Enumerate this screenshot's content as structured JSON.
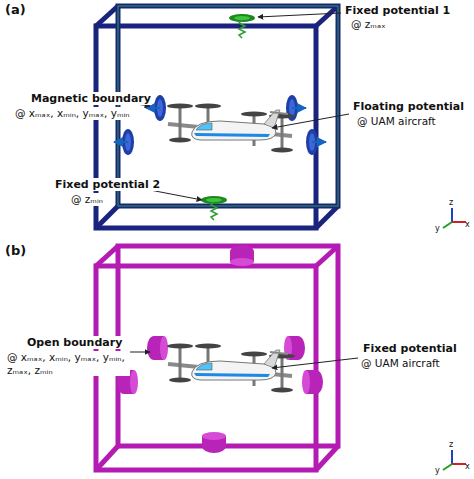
{
  "diagram": {
    "labels": [
      "(a)",
      "Fixed potential 1",
      "@ zₘₐₓ",
      "Magnetic boundary",
      "@ xₘₐₓ, xₘᵢₙ, yₘₐₓ, yₘᵢₙ",
      "Floating potential",
      "@ UAM aircraft",
      "Fixed potential 2",
      "@ zₘᵢₙ",
      "z",
      "y",
      "x",
      "(b)",
      "Open boundary",
      "@ xₘₐₓ, xₘᵢₙ, yₘₐₓ, yₘᵢₙ, zₘₐₓ, zₘᵢₙ",
      "Fixed potential",
      "@ UAM aircraft",
      "z",
      "y",
      "x"
    ]
  }
}
